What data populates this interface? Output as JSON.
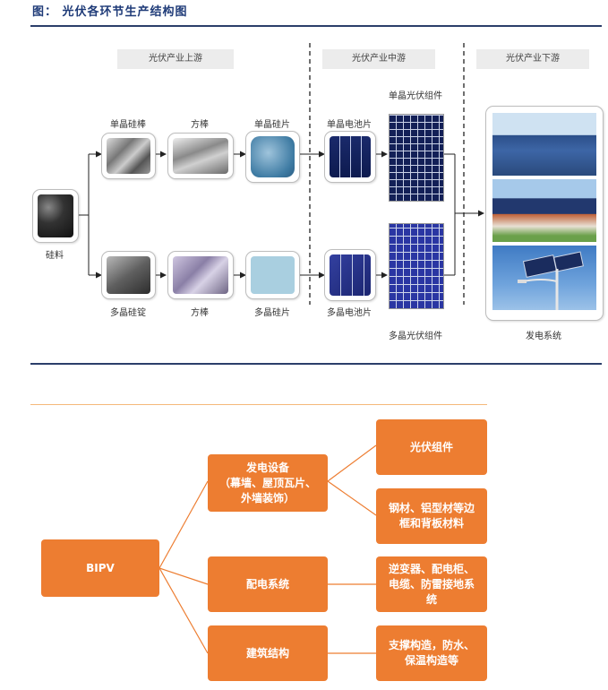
{
  "figure_title": "图：  光伏各环节生产结构图",
  "upper_diagram": {
    "stages": {
      "upstream": "光伏产业上游",
      "midstream": "光伏产业中游",
      "downstream": "光伏产业下游"
    },
    "nodes": {
      "silicon_material": "硅料",
      "mono_ingot": "单晶硅棒",
      "mono_square_rod": "方棒",
      "mono_wafer": "单晶硅片",
      "mono_cell": "单晶电池片",
      "mono_module": "单晶光伏组件",
      "poly_ingot": "多晶硅锭",
      "poly_square_rod": "方棒",
      "poly_wafer": "多晶硅片",
      "poly_cell": "多晶电池片",
      "poly_module": "多晶光伏组件",
      "power_system": "发电系统"
    }
  },
  "lower_diagram": {
    "root": "BIPV",
    "branches": [
      {
        "label_lines": [
          "发电设备",
          "（幕墙、屋顶瓦片、",
          "外墙装饰）"
        ],
        "children": [
          {
            "lines": [
              "光伏组件"
            ]
          },
          {
            "lines": [
              "钢材、铝型材等边",
              "框和背板材料"
            ]
          }
        ]
      },
      {
        "label_lines": [
          "配电系统"
        ],
        "children": [
          {
            "lines": [
              "逆变器、配电柜、",
              "电缆、防雷接地系",
              "统"
            ]
          }
        ]
      },
      {
        "label_lines": [
          "建筑结构"
        ],
        "children": [
          {
            "lines": [
              "支撑构造，防水、",
              "保温构造等"
            ]
          }
        ]
      }
    ]
  },
  "colors": {
    "navy_rule": "#2b3e6a",
    "title_text": "#1f3b78",
    "orange_box": "#ed7d31",
    "orange_rule": "#f5b97a"
  }
}
